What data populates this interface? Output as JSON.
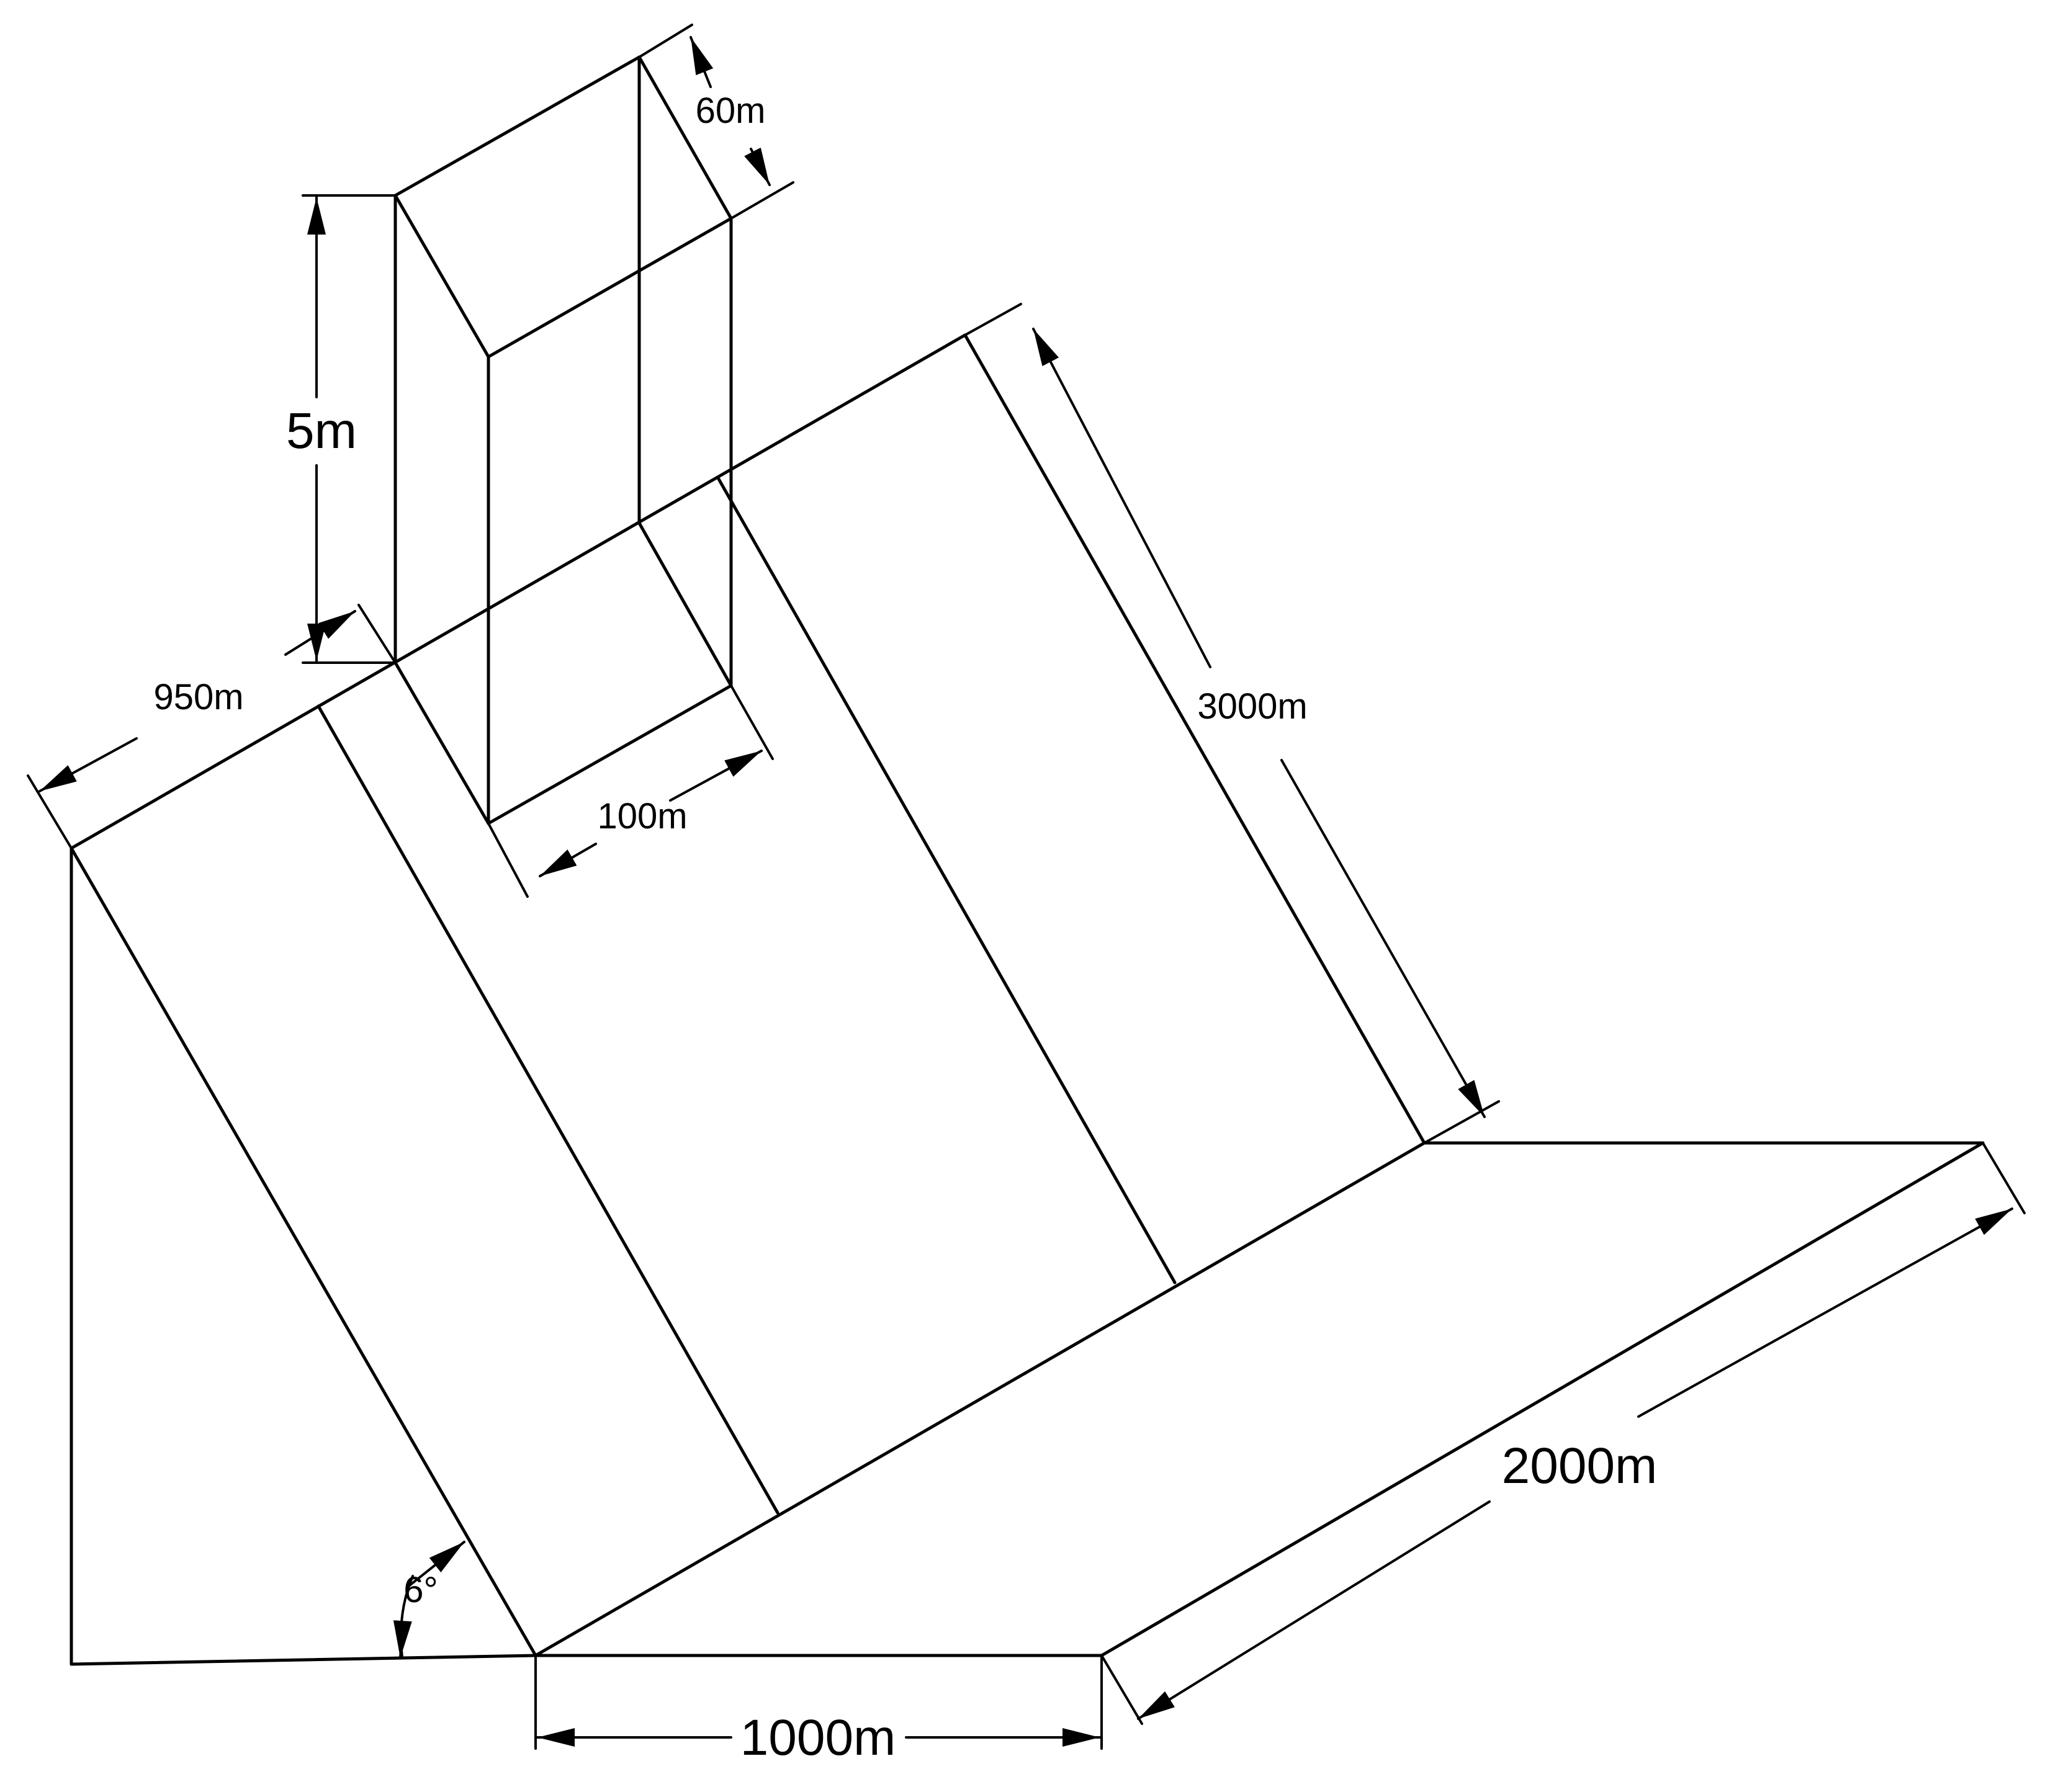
{
  "colors": {
    "line": "#000000",
    "background": "#ffffff"
  },
  "labels": {
    "height": "5m",
    "top_depth": "60m",
    "tower_width": "100m",
    "upper_left_width": "950m",
    "slope_length": "3000m",
    "right_length": "2000m",
    "bottom_width": "1000m",
    "angle": "6°"
  }
}
